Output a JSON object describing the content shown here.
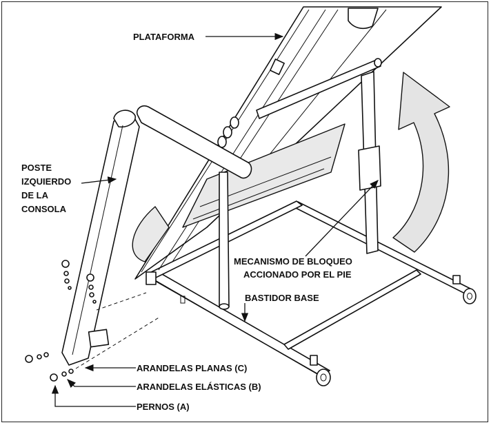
{
  "labels": {
    "plataforma": "PLATAFORMA",
    "poste_line1": "POSTE",
    "poste_line2": "IZQUIERDO",
    "poste_line3": "DE LA",
    "poste_line4": "CONSOLA",
    "mecanismo_line1": "MECANISMO DE BLOQUEO",
    "mecanismo_line2": "ACCIONADO POR EL PIE",
    "bastidor": "BASTIDOR BASE",
    "arandelas_planas": "ARANDELAS PLANAS (C)",
    "arandelas_elasticas": "ARANDELAS ELÁSTICAS (B)",
    "pernos": "PERNOS (A)"
  },
  "colors": {
    "line": "#111111",
    "arrow_fill": "#e4e4e4"
  },
  "icons": {
    "rotation_arrow": "curved-up-arrow-icon"
  }
}
